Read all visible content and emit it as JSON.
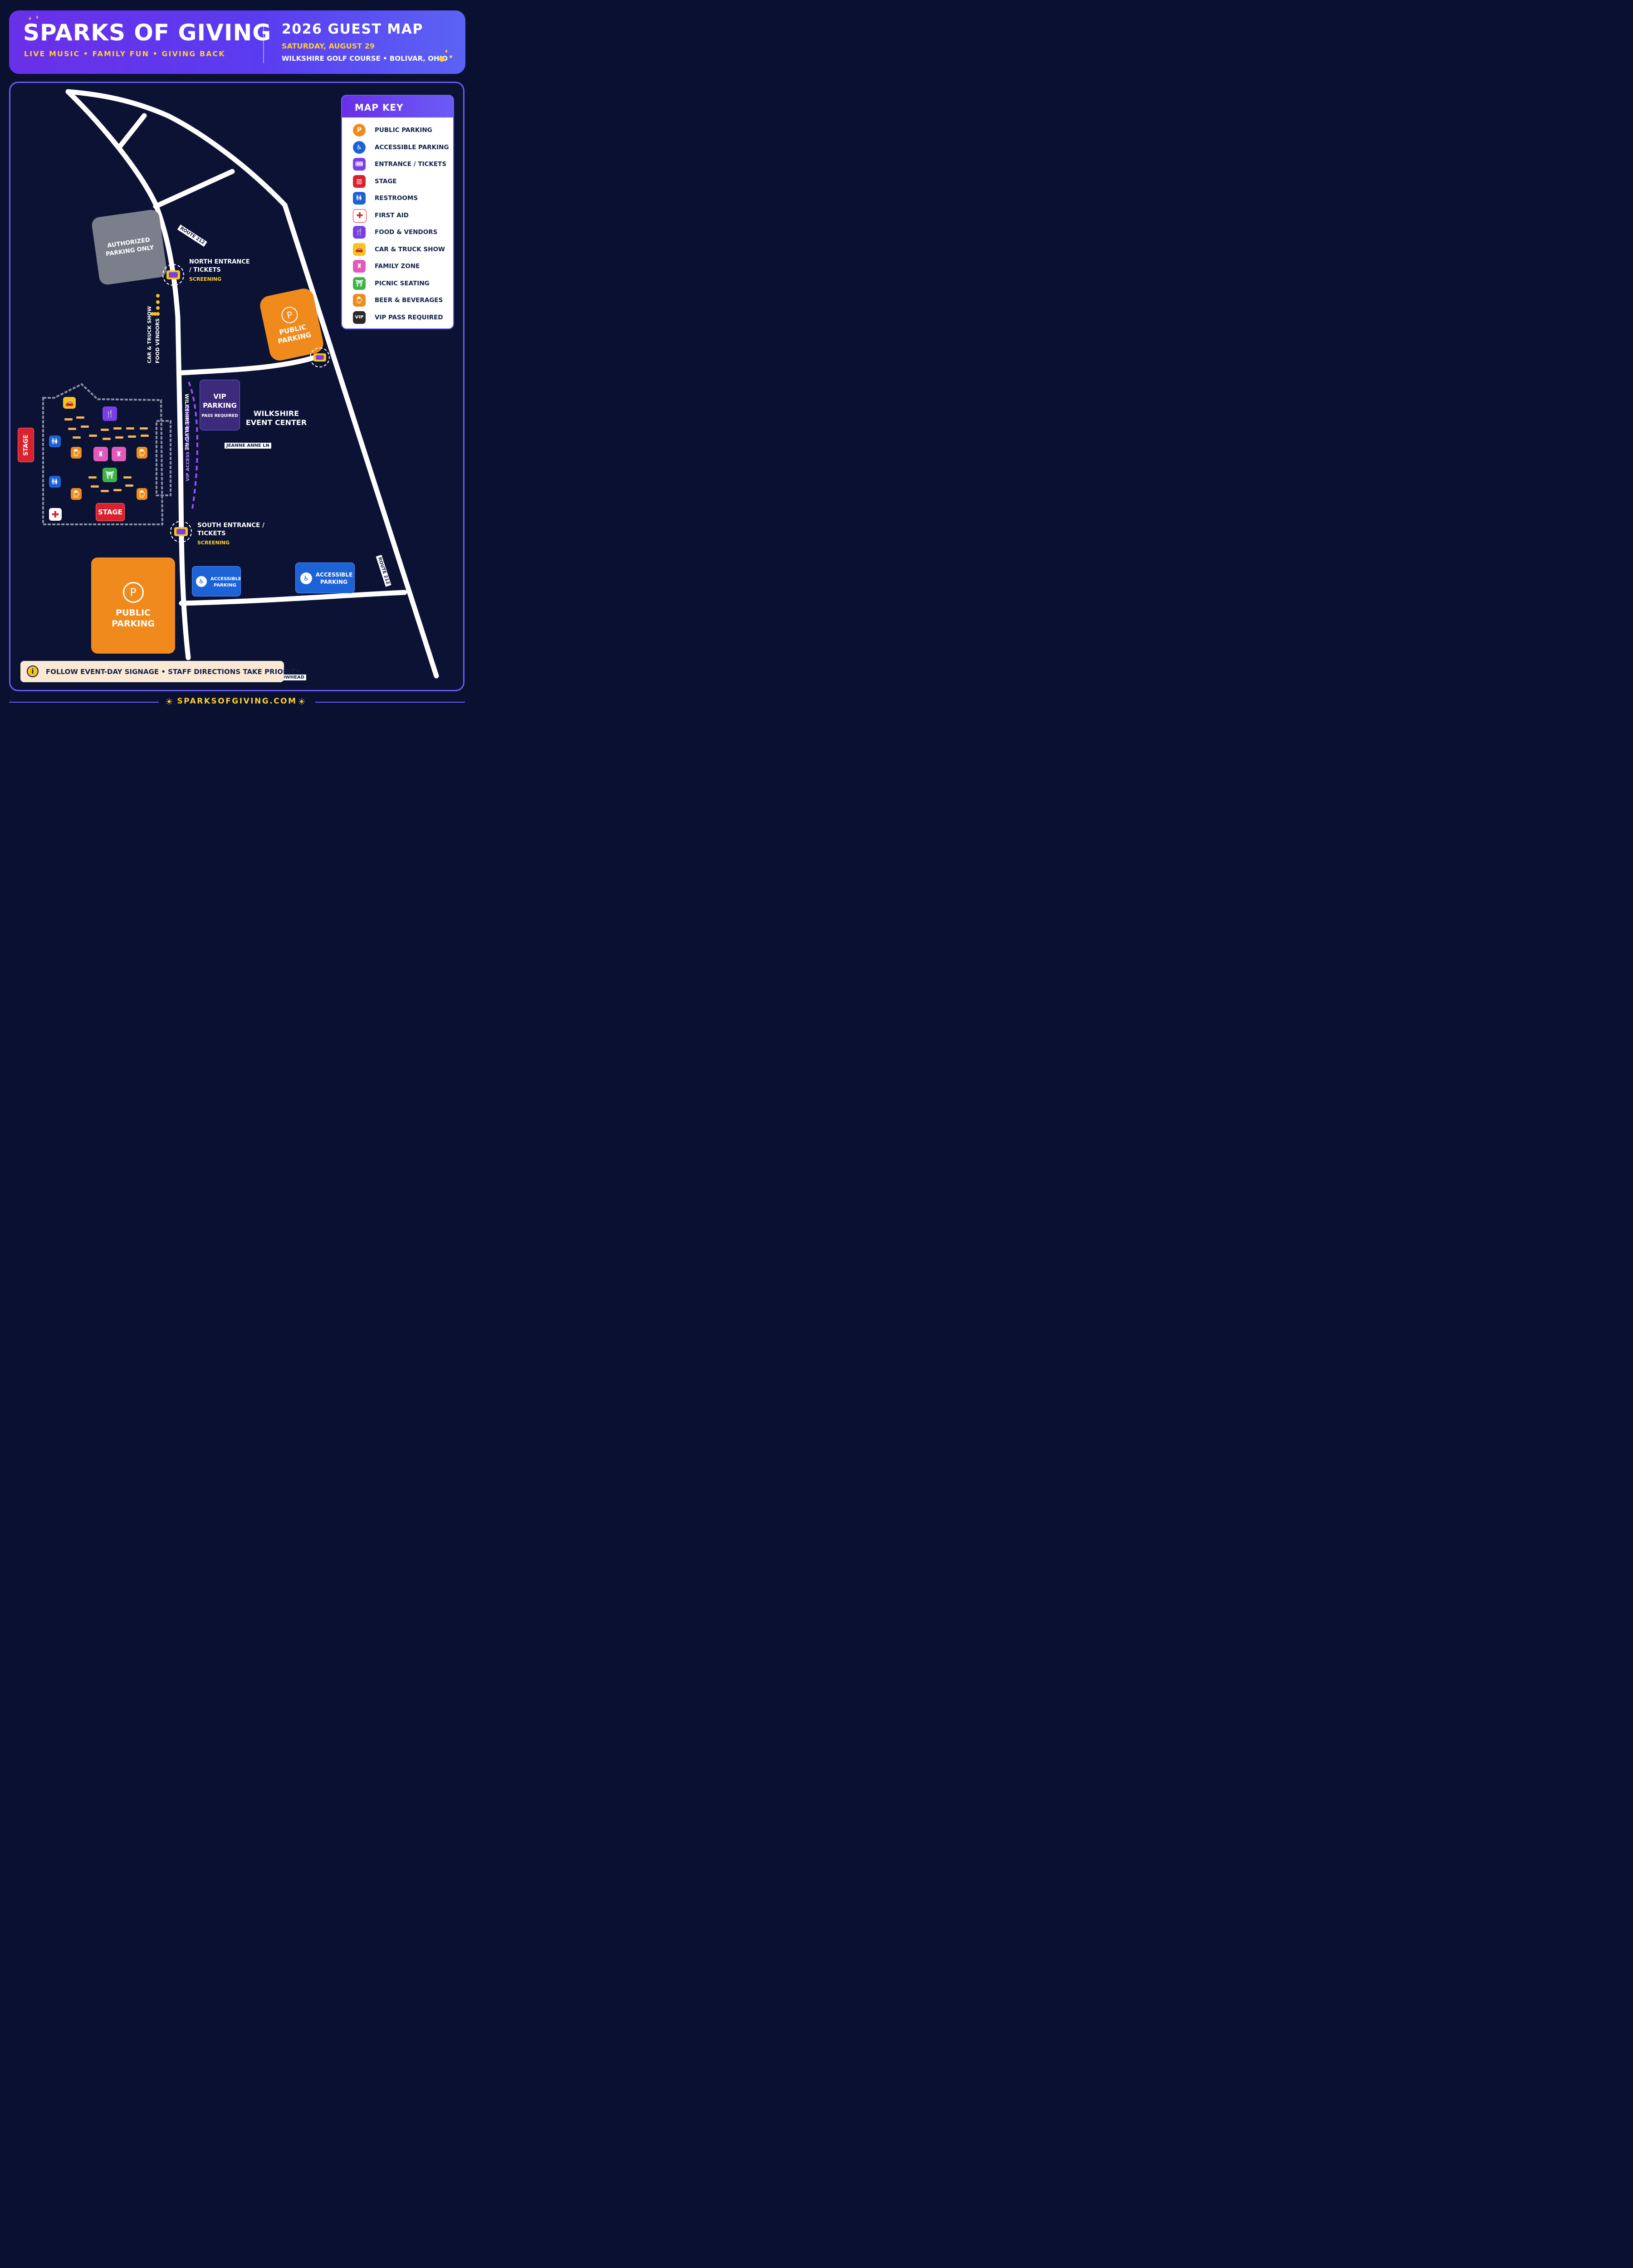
{
  "header": {
    "title": "SPARKS OF GIVING",
    "subtitle": "LIVE MUSIC • FAMILY FUN • GIVING BACK",
    "map_title": "2026 GUEST MAP",
    "date": "SATURDAY, AUGUST 29",
    "location": "WILKSHIRE GOLF COURSE • BOLIVAR, OHIO"
  },
  "roads": {
    "route_212_top": "ROUTE 212",
    "route_212_right": "ROUTE 212",
    "wilkshire_blvd": "WILKSHIRE BLVD NE",
    "jeanne_anne": "JEANNE ANNE LN",
    "arrowhead": "ARROWHEAD"
  },
  "areas": {
    "authorized": "AUTHORIZED PARKING ONLY",
    "north_entrance": "NORTH ENTRANCE / TICKETS",
    "north_screening": "SCREENING",
    "car_show_side": "CAR & TRUCK SHOW",
    "food_side": "FOOD VENDORS",
    "public_parking_upper": "PUBLIC PARKING",
    "vip_parking": "VIP PARKING",
    "vip_pass": "PASS REQUIRED",
    "event_center": "WILKSHIRE EVENT CENTER",
    "vip_access": "VIP ACCESS • PASS REQUIRED",
    "stage_side": "STAGE",
    "stage_inner": "STAGE",
    "south_entrance": "SOUTH ENTRANCE / TICKETS",
    "south_screening": "SCREENING",
    "public_parking_lower": "PUBLIC PARKING",
    "accessible_1": "ACCESSIBLE PARKING",
    "accessible_2": "ACCESSIBLE PARKING"
  },
  "key": {
    "title": "MAP KEY",
    "items": [
      {
        "label": "PUBLIC PARKING",
        "icon": "parking-icon",
        "color": "#f08a1c",
        "glyph": "P"
      },
      {
        "label": "ACCESSIBLE PARKING",
        "icon": "wheelchair-icon",
        "color": "#1d63d8",
        "glyph": "♿"
      },
      {
        "label": "ENTRANCE / TICKETS",
        "icon": "ticket-icon",
        "color": "#7a3ee8",
        "glyph": "🎟"
      },
      {
        "label": "STAGE",
        "icon": "stage-icon",
        "color": "#d9222e",
        "glyph": "▥"
      },
      {
        "label": "RESTROOMS",
        "icon": "restroom-icon",
        "color": "#1d63d8",
        "glyph": "🚻"
      },
      {
        "label": "FIRST AID",
        "icon": "first-aid-icon",
        "color": "#ffffff",
        "glyph": "✚"
      },
      {
        "label": "FOOD & VENDORS",
        "icon": "food-icon",
        "color": "#7a3ee8",
        "glyph": "🍴"
      },
      {
        "label": "CAR & TRUCK SHOW",
        "icon": "car-icon",
        "color": "#f9c21d",
        "glyph": "🚗"
      },
      {
        "label": "FAMILY ZONE",
        "icon": "castle-icon",
        "color": "#e05ab9",
        "glyph": "♜"
      },
      {
        "label": "PICNIC SEATING",
        "icon": "picnic-icon",
        "color": "#3fb24a",
        "glyph": "⛩"
      },
      {
        "label": "BEER & BEVERAGES",
        "icon": "beer-icon",
        "color": "#f08a1c",
        "glyph": "🍺"
      },
      {
        "label": "VIP PASS REQUIRED",
        "icon": "vip-icon",
        "color": "#2a2a2a",
        "glyph": "VIP"
      }
    ]
  },
  "footer": {
    "note": "FOLLOW EVENT-DAY SIGNAGE • STAFF DIRECTIONS TAKE PRIORITY",
    "website": "SPARKSOFGIVING.COM"
  },
  "colors": {
    "background": "#0a1030",
    "accent_purple": "#6a2fe8",
    "accent_yellow": "#ffcf2e",
    "parking_orange": "#f08a1c",
    "accessible_blue": "#1d63d8",
    "vip_purple": "#3c2a7a"
  }
}
